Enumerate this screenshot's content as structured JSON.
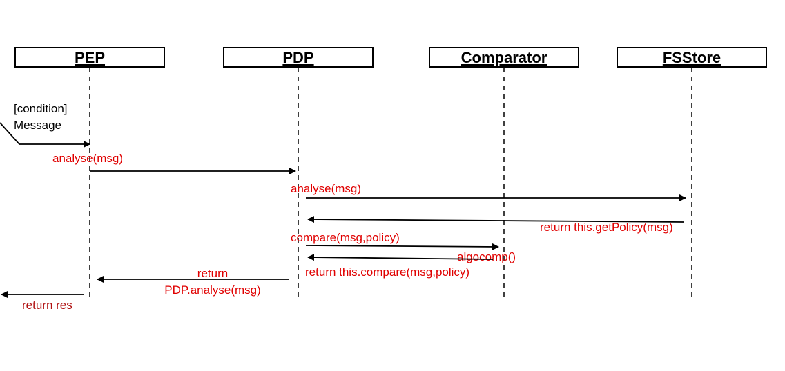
{
  "lifelines": [
    {
      "id": "pep",
      "name": "PEP"
    },
    {
      "id": "pdp",
      "name": "PDP"
    },
    {
      "id": "comparator",
      "name": "Comparator"
    },
    {
      "id": "fsstore",
      "name": "FSStore"
    }
  ],
  "incoming": {
    "condition": "[condition]",
    "message": "Message"
  },
  "messages": {
    "pep_to_pdp": "analyse(msg)",
    "pdp_to_fsstore": "analyse(msg)",
    "fsstore_return": "return this.getPolicy(msg)",
    "pdp_to_comparator": "compare(msg,policy)",
    "comparator_self": "algocomp()",
    "comparator_return": "return this.compare(msg,policy)",
    "pdp_return_line1": "return",
    "pdp_return_line2": "PDP.analyse(msg)",
    "pep_return": "return res"
  },
  "colors": {
    "label": "#e00000",
    "label_dark": "#b01010",
    "line": "#000000"
  }
}
